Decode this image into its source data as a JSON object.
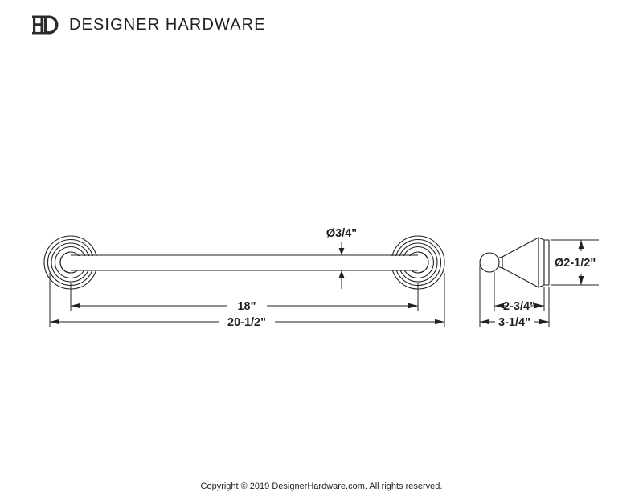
{
  "header": {
    "logo_icon": "hd-monogram-logo-icon",
    "brand": "DESIGNER HARDWARE"
  },
  "drawing": {
    "front_view": {
      "name": "towel-bar-front-view",
      "bar_diameter": {
        "label": "Ø3/4\"",
        "value": "3/4",
        "unit": "in",
        "symbol": "Ø"
      },
      "center_to_center": {
        "label": "18\"",
        "value": "18",
        "unit": "in"
      },
      "overall_length": {
        "label": "20-1/2\"",
        "value": "20.5",
        "unit": "in"
      }
    },
    "side_view": {
      "name": "escutcheon-side-view",
      "post_projection": {
        "label": "2-3/4\"",
        "value": "2.75",
        "unit": "in"
      },
      "overall_projection": {
        "label": "3-1/4\"",
        "value": "3.25",
        "unit": "in"
      },
      "base_diameter": {
        "label": "Ø2-1/2\"",
        "value": "2.5",
        "unit": "in",
        "symbol": "Ø"
      }
    }
  },
  "footer": {
    "copyright": "Copyright © 2019 DesignerHardware.com. All rights reserved."
  },
  "colors": {
    "ink": "#231f20",
    "background": "#ffffff"
  }
}
